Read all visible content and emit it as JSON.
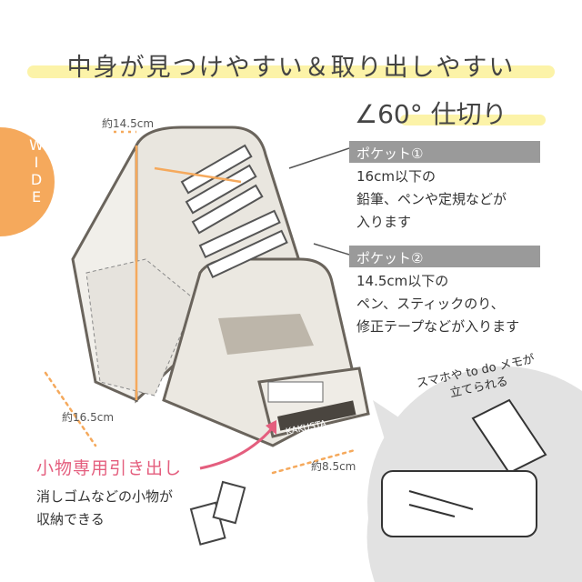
{
  "title": "中身が見つけやすい＆取り出しやすい",
  "feature": "∠60° 仕切り",
  "badge": "WIDE",
  "pockets": [
    {
      "label": "ポケット①",
      "lines": [
        "16cm以下の",
        "鉛筆、ペンや定規などが",
        "入ります"
      ]
    },
    {
      "label": "ポケット②",
      "lines": [
        "14.5cm以下の",
        "ペン、スティックのり、",
        "修正テープなどが入ります"
      ]
    }
  ],
  "dimensions": {
    "width": "約14.5cm",
    "height": "約16.5cm",
    "depth": "約8.5cm"
  },
  "brand": "KAKUSTA",
  "drawer": {
    "title": "小物専用引き出し",
    "lines": [
      "消しゴムなどの小物が",
      "収納できる"
    ]
  },
  "stand": {
    "lines": [
      "スマホや to do メモが",
      "立てられる"
    ]
  },
  "colors": {
    "accent": "#f5a95c",
    "pink": "#e45e7e",
    "highlight": "#fcf3a8"
  }
}
